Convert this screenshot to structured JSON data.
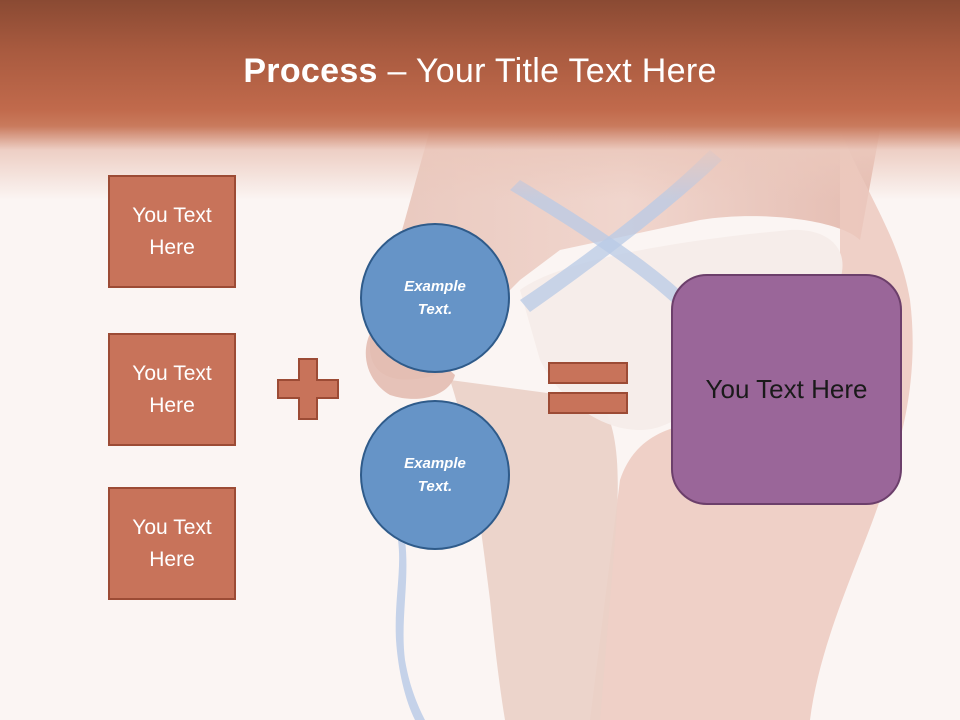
{
  "slide": {
    "title_bold": "Process",
    "title_rest": " – Your Title Text Here",
    "boxes": [
      {
        "label": "You Text Here"
      },
      {
        "label": "You Text Here"
      },
      {
        "label": "You Text Here"
      }
    ],
    "circles": [
      {
        "label": "Example Text."
      },
      {
        "label": "Example Text."
      }
    ],
    "plus_symbol": "plus-icon",
    "equals_symbol": "equals-icon",
    "result": {
      "label": "You Text Here"
    }
  },
  "colors": {
    "header": "#b9604a",
    "box_fill": "#c8735a",
    "box_border": "#9c4b35",
    "circle_fill": "#6694c7",
    "circle_border": "#2f5b8a",
    "result_fill": "#9a6699",
    "result_border": "#6c3f6b"
  }
}
